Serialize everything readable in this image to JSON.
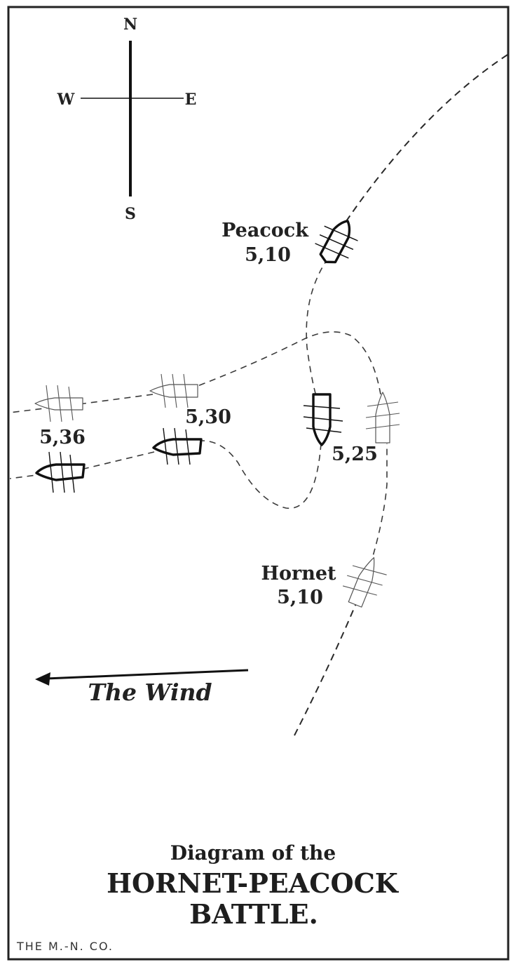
{
  "compass": {
    "north": "N",
    "south": "S",
    "east": "E",
    "west": "W"
  },
  "ships": {
    "peacock": {
      "name": "Peacock",
      "time": "5,10"
    },
    "hornet": {
      "name": "Hornet",
      "time": "5,10"
    }
  },
  "time_marks": [
    "5,36",
    "5,30",
    "5,25"
  ],
  "wind": {
    "label": "The Wind",
    "direction": "west"
  },
  "caption": {
    "line1": "Diagram of the",
    "line2": "HORNET-PEACOCK",
    "line3": "BATTLE."
  },
  "credit": "THE M.-N. CO.",
  "colors": {
    "ink": "#1e1e1e",
    "paper": "#ffffff"
  }
}
